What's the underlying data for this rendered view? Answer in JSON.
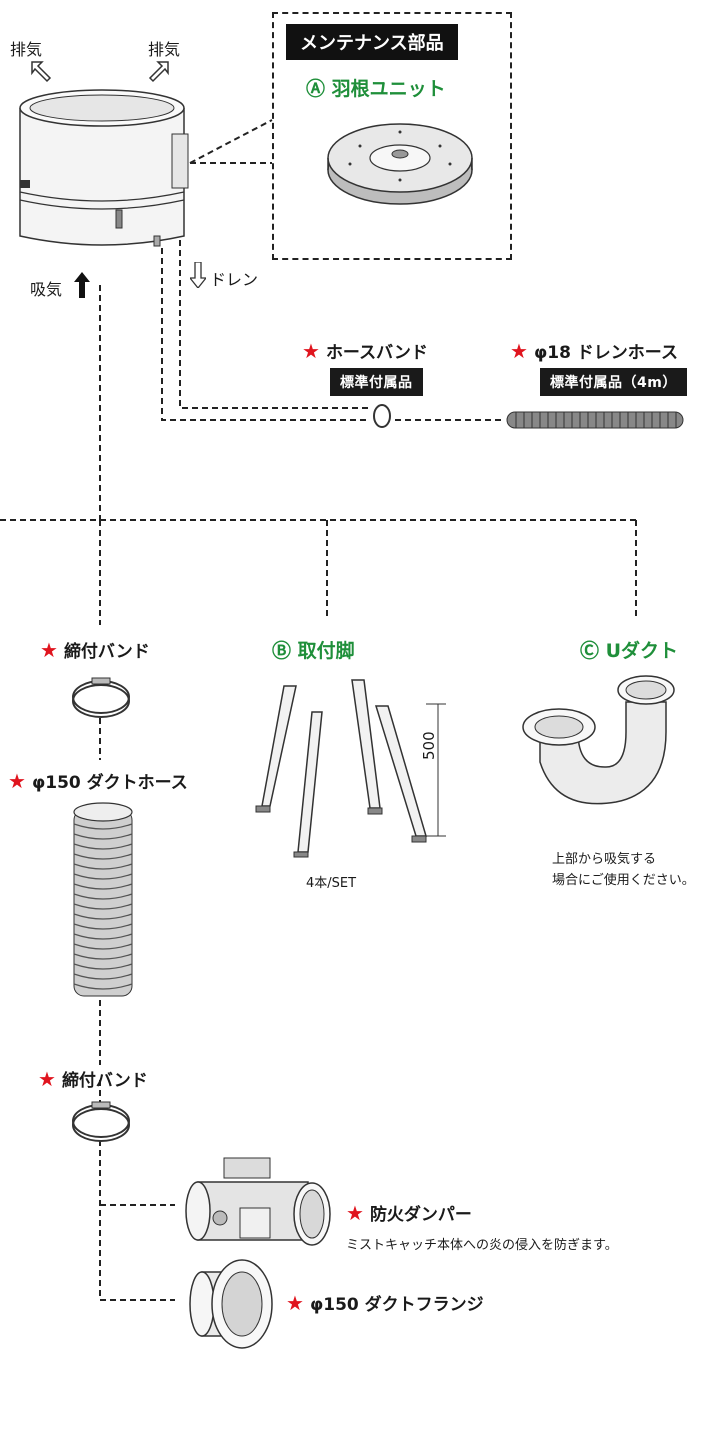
{
  "unit": {
    "exhaust_left": "排気",
    "exhaust_right": "排気",
    "intake": "吸気",
    "drain": "ドレン"
  },
  "maintenance": {
    "title": "メンテナンス部品",
    "item_a": "Ⓐ 羽根ユニット"
  },
  "hose_band": {
    "label": "ホースバンド",
    "tag": "標準付属品"
  },
  "drain_hose": {
    "label": "φ18 ドレンホース",
    "tag": "標準付属品（4m）"
  },
  "clamp_band_1": {
    "label": "締付バンド"
  },
  "duct_hose": {
    "label": "φ150 ダクトホース"
  },
  "clamp_band_2": {
    "label": "締付バンド"
  },
  "mount_legs": {
    "label": "Ⓑ 取付脚",
    "dimension": "500",
    "note": "4本/SET"
  },
  "u_duct": {
    "label": "Ⓒ Uダクト",
    "note_line1": "上部から吸気する",
    "note_line2": "場合にご使用ください。"
  },
  "fire_damper": {
    "label": "防火ダンパー",
    "note": "ミストキャッチ本体への炎の侵入を防ぎます。"
  },
  "duct_flange": {
    "label": "φ150 ダクトフランジ"
  },
  "colors": {
    "accent_green": "#1f8f3a",
    "star_red": "#e0141e",
    "tag_black": "#1a1a1a"
  }
}
